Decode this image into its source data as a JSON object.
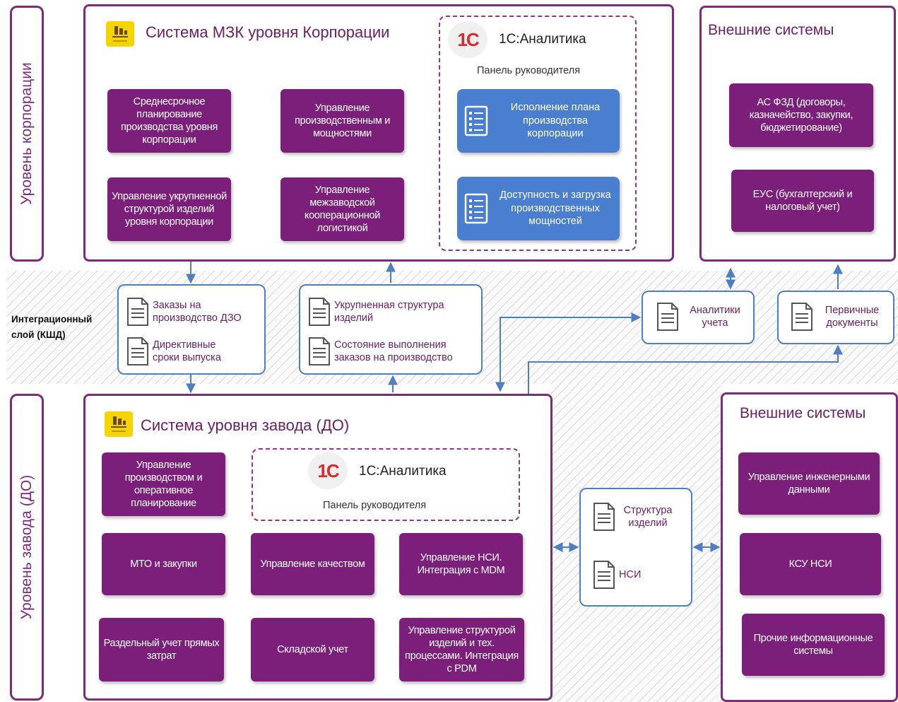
{
  "levels": {
    "corp_label": "Уровень корпорации",
    "plant_label": "Уровень завода (ДО)",
    "integration_label": "Интеграционный слой (КШД)"
  },
  "corp_system": {
    "title": "Система МЗК уровня Корпорации",
    "boxes": [
      "Среднесрочное планирование производства уровня корпорации",
      "Управление производственным и мощностями",
      "Управление укрупненной структурой изделий уровня корпорации",
      "Управление межзаводской кооперационной логистикой"
    ],
    "analytics": {
      "title": "1С:Аналитика",
      "subtitle": "Панель руководителя",
      "items": [
        "Исполнение плана производства корпорации",
        "Доступность и загрузка производственных мощностей"
      ]
    }
  },
  "corp_external": {
    "title": "Внешние системы",
    "boxes": [
      "АС ФЗД (договоры, казначейство, закупки, бюджетирование)",
      "ЕУС (бухгалтерский и налоговый учет)"
    ]
  },
  "integration": {
    "group1": [
      "Заказы на производство ДЗО",
      "Директивные сроки выпуска"
    ],
    "group2": [
      "Укрупненная структура изделий",
      "Состояние выполнения заказов на производство"
    ],
    "group3": [
      "Аналитики учета"
    ],
    "group4": [
      "Первичные документы"
    ]
  },
  "plant_system": {
    "title": "Система уровня завода (ДО)",
    "analytics": {
      "title": "1С:Аналитика",
      "subtitle": "Панель руководителя"
    },
    "boxes": [
      "Управление производством и оперативное планирование",
      "МТО и закупки",
      "Управление качеством",
      "Управление НСИ. Интеграция с MDM",
      "Раздельный учет прямых затрат",
      "Складской учет",
      "Управление структурой изделий и тех. процессами. Интеграция с PDM"
    ]
  },
  "plant_middle": {
    "items": [
      "Структура изделий",
      "НСИ"
    ]
  },
  "plant_external": {
    "title": "Внешние системы",
    "boxes": [
      "Управление инженерными данными",
      "КСУ НСИ",
      "Прочие информационные системы"
    ]
  },
  "logos": {
    "onec_text": "1С"
  },
  "colors": {
    "purple": "#7b1f7a",
    "blue": "#4a7fd0",
    "connector": "#4f7fc0"
  },
  "icons": [
    "yellow-system-logo",
    "onec-logo",
    "list-icon",
    "document-icon"
  ]
}
